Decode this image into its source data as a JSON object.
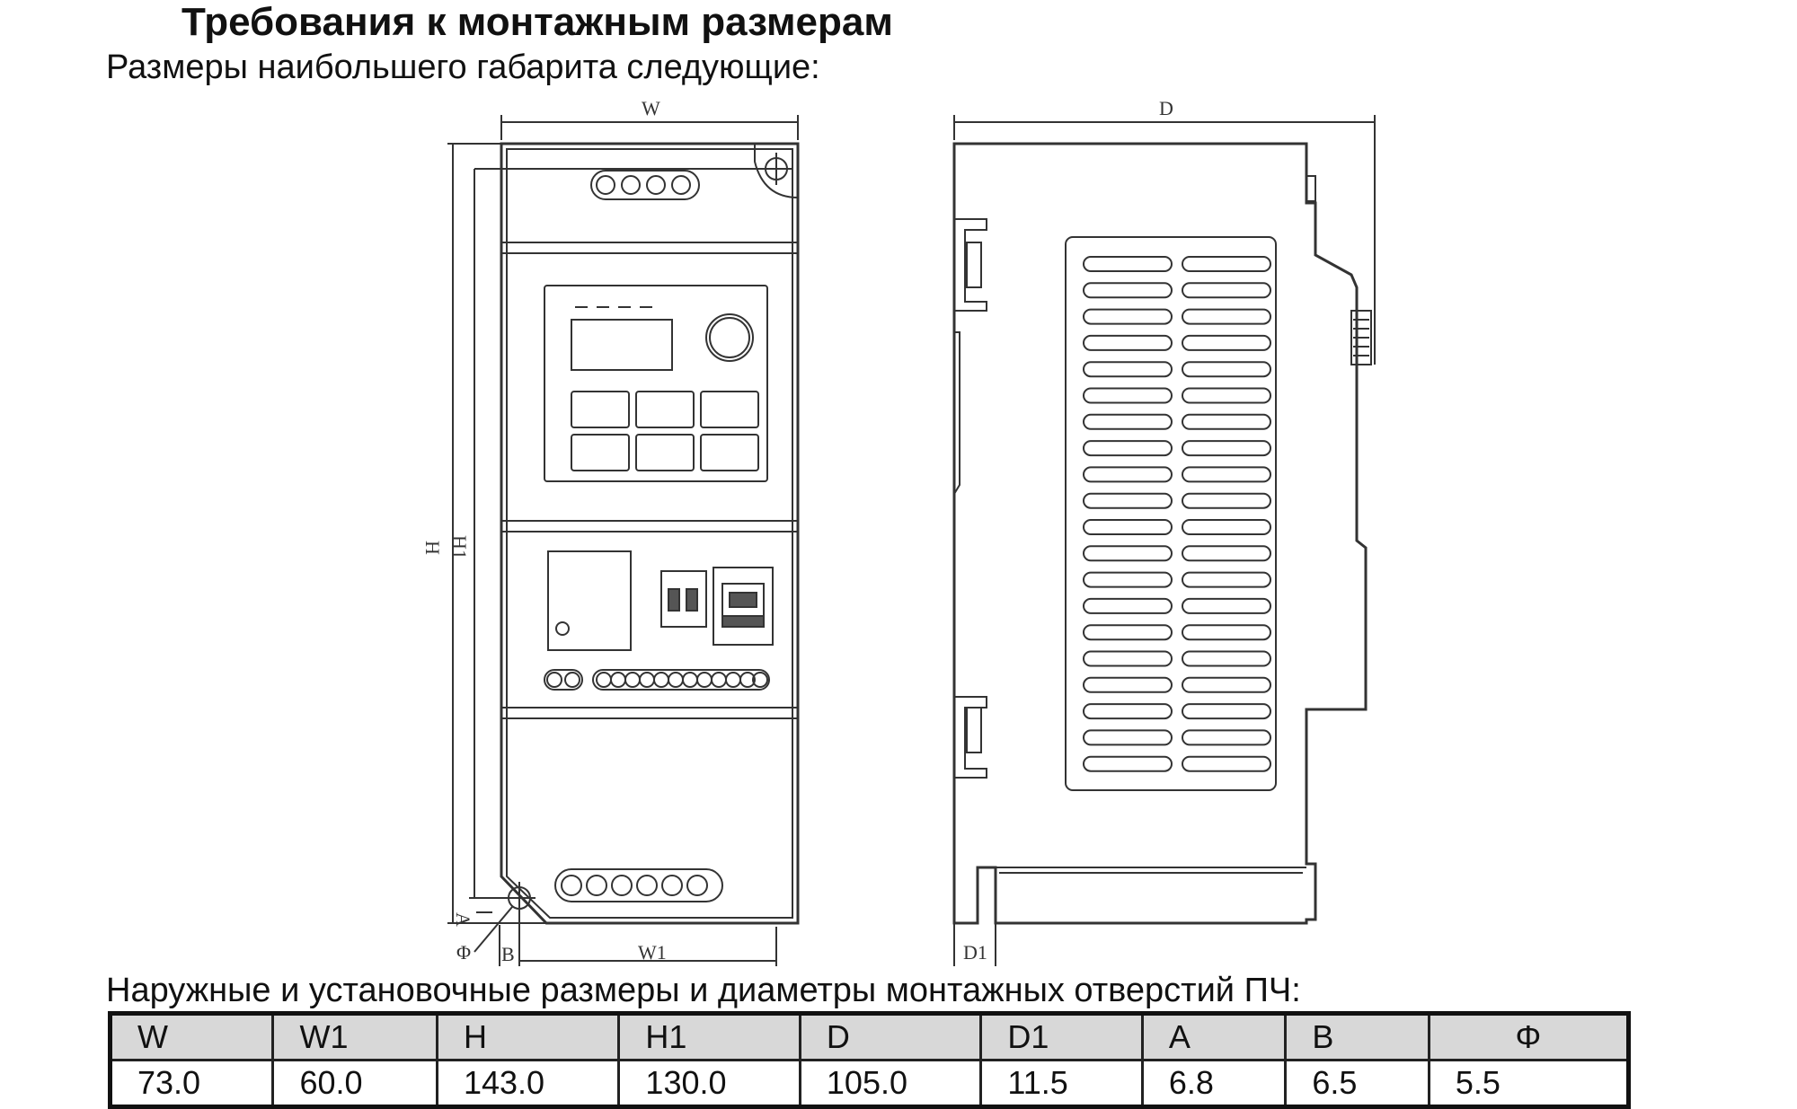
{
  "page": {
    "title": "Требования к монтажным размерам",
    "subtitle": "Размеры наибольшего габарита следующие:",
    "caption": "Наружные и установочные размеры и диаметры монтажных отверстий ПЧ:"
  },
  "drawing": {
    "front_labels": {
      "W": "W",
      "W1": "W1",
      "H": "H",
      "H1": "H1",
      "A": "A",
      "B": "B",
      "phi": "Φ"
    },
    "side_labels": {
      "D": "D",
      "D1": "D1"
    },
    "line_color": "#333333"
  },
  "table": {
    "headers": [
      "W",
      "W1",
      "H",
      "H1",
      "D",
      "D1",
      "A",
      "B",
      "Φ"
    ],
    "values": [
      "73.0",
      "60.0",
      "143.0",
      "130.0",
      "105.0",
      "11.5",
      "6.8",
      "6.5",
      "5.5"
    ],
    "header_bg": "#d8d8d8"
  }
}
